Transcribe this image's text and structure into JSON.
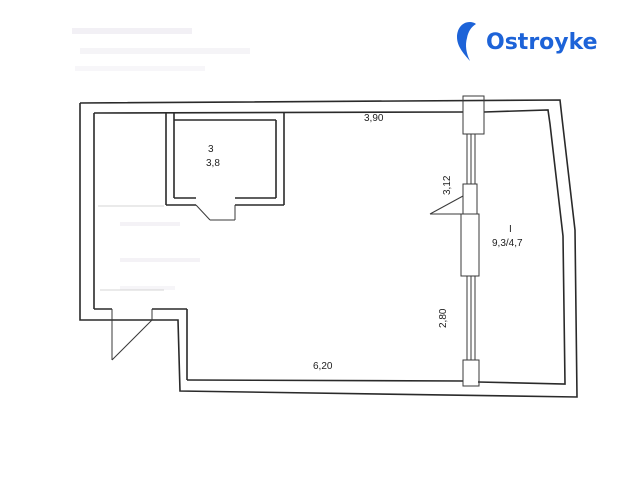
{
  "brand": {
    "name": "Ostroyke",
    "color": "#1d63d8",
    "icon": "map-pin-logo-icon"
  },
  "rooms": [
    {
      "number": "3",
      "area": "3,8"
    },
    {
      "number": "I",
      "area": "9,3/4,7"
    }
  ],
  "dimensions": {
    "top_width": "3,90",
    "bottom_width": "6,20",
    "upper_height": "3,12",
    "lower_height": "2,80"
  }
}
